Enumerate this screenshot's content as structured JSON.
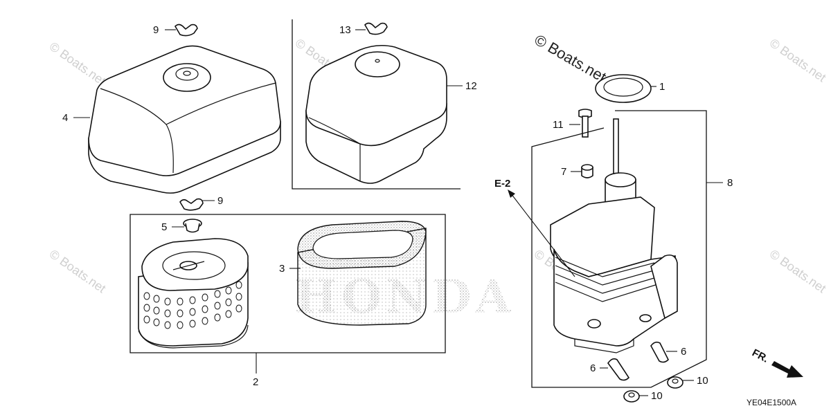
{
  "watermark": "© Boats.net",
  "callouts": {
    "c1": "1",
    "c2": "2",
    "c3": "3",
    "c4": "4",
    "c5": "5",
    "c6a": "6",
    "c6b": "6",
    "c7": "7",
    "c8": "8",
    "c9a": "9",
    "c9b": "9",
    "c10a": "10",
    "c10b": "10",
    "c11": "11",
    "c12": "12",
    "c13": "13"
  },
  "reference": "E-2",
  "front_label": "FR.",
  "diagram_code": "YE04E1500A",
  "brand_mark": "HONDA"
}
